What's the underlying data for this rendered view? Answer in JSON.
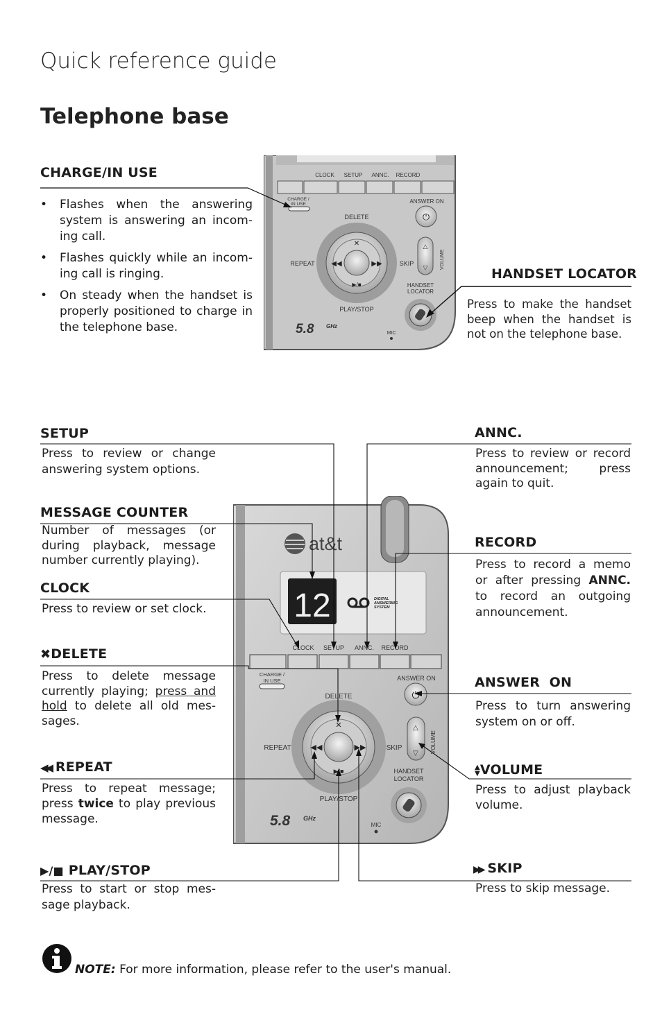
{
  "page": {
    "title": "Quick reference guide",
    "section": "Telephone base"
  },
  "device_labels": {
    "clock": "CLOCK",
    "setup": "SETUP",
    "annc": "ANNC.",
    "record": "RECORD",
    "charge_line1": "CHARGE /",
    "charge_line2": "IN USE",
    "answer_on": "ANSWER ON",
    "delete": "DELETE",
    "repeat": "REPEAT",
    "skip": "SKIP",
    "volume": "VOLUME",
    "handset_line1": "HANDSET",
    "handset_line2": "LOCATOR",
    "play_stop": "PLAY/STOP",
    "mic": "MIC",
    "freq": "5.8",
    "freq_unit": "GHz",
    "brand": "at&t",
    "counter": "12",
    "das_line1": "DIGITAL",
    "das_line2": "ANSWERING",
    "das_line3": "SYSTEM"
  },
  "callouts": {
    "charge_in_use": {
      "title": "CHARGE/IN USE",
      "bullets": [
        "Flashes when the answering system is answering an incom-ing call.",
        "Flashes quickly while an incom-ing call is ringing.",
        "On steady when the handset is properly positioned to charge in the telephone base."
      ]
    },
    "handset_locator": {
      "title": "HANDSET LOCATOR",
      "text": "Press to make the handset beep when the handset is not on the telephone base."
    },
    "setup": {
      "title": "SETUP",
      "text": "Press to review or change answering system options."
    },
    "message_counter": {
      "title": "MESSAGE COUNTER",
      "text": "Number of messages (or during playback, message number currently playing)."
    },
    "clock": {
      "title": "CLOCK",
      "text": "Press to review or set clock."
    },
    "delete": {
      "title": "DELETE",
      "text_before": "Press to delete message currently playing; ",
      "text_underlined": "press and hold",
      "text_after": " to delete all old mes-sages."
    },
    "repeat": {
      "title": "REPEAT",
      "text_before": "Press to repeat message; press ",
      "text_bold": "twice",
      "text_after": " to play previous message."
    },
    "play_stop": {
      "title": "PLAY/STOP",
      "text": "Press to start or stop mes-sage playback."
    },
    "annc": {
      "title": "ANNC.",
      "text": "Press to review or record announcement; press again to quit."
    },
    "record": {
      "title": "RECORD",
      "text_before": "Press to record a memo or after pressing ",
      "text_bold": "ANNC.",
      "text_after": " to record an outgoing announcement."
    },
    "answer_on": {
      "title": "ANSWER  ON",
      "text": "Press to turn answering system on or off."
    },
    "volume": {
      "title": "VOLUME",
      "text": "Press to adjust playback volume."
    },
    "skip": {
      "title": "SKIP",
      "text": "Press to skip message."
    }
  },
  "note": {
    "label": "NOTE:",
    "text": " For more information, please refer to the user's manual."
  },
  "icons": [
    "delete-x-icon",
    "repeat-icon",
    "play-stop-icon",
    "volume-icon",
    "skip-icon",
    "info-icon",
    "power-icon",
    "handset-icon",
    "tape-icon",
    "att-globe-icon"
  ]
}
